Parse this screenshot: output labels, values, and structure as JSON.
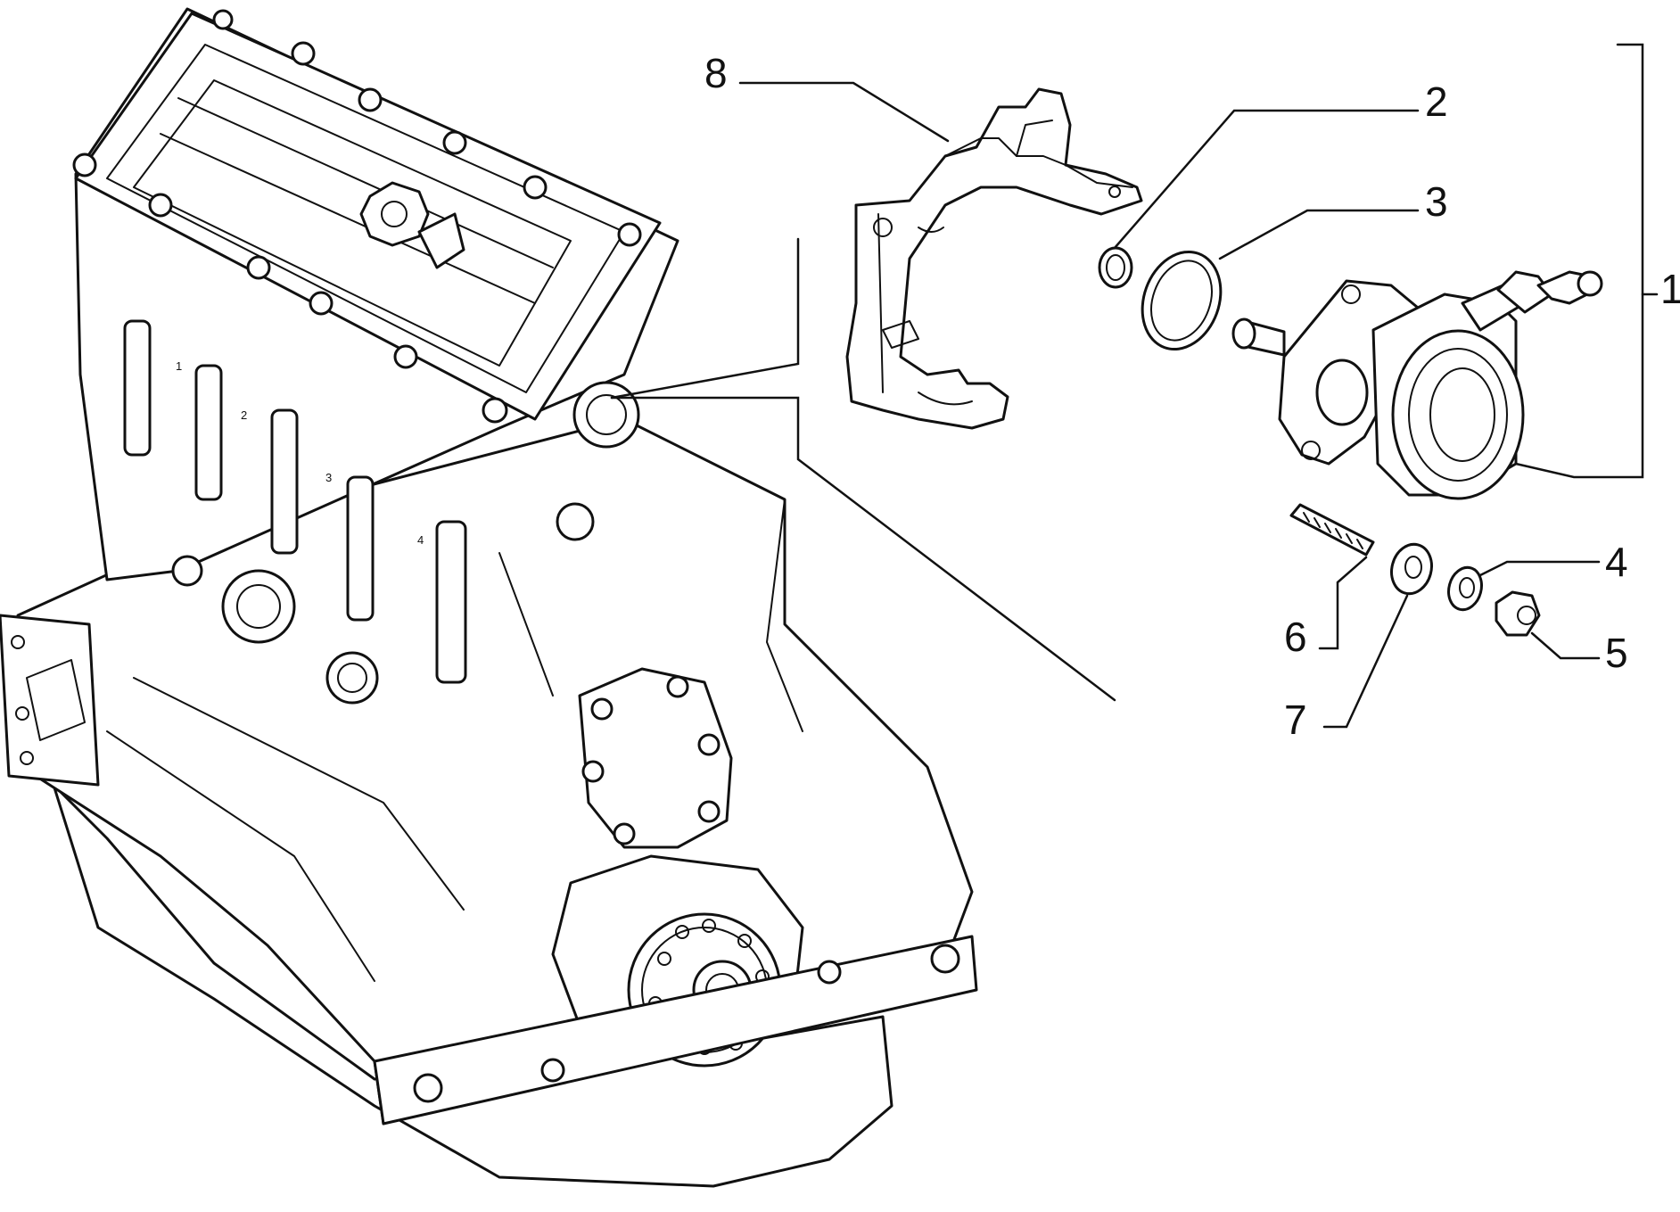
{
  "callouts": {
    "c1": "1",
    "c2": "2",
    "c3": "3",
    "c4": "4",
    "c5": "5",
    "c6": "6",
    "c7": "7",
    "c8": "8"
  },
  "cylinder_marks": {
    "m1": "1",
    "m2": "2",
    "m3": "3",
    "m4": "4"
  },
  "colors": {
    "line": "#111111",
    "background": "#ffffff"
  }
}
